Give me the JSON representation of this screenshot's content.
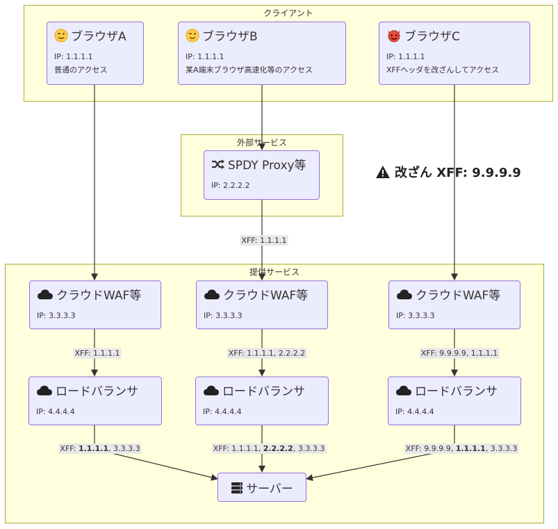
{
  "clusters": {
    "client": "クライアント",
    "external": "外部サービス",
    "provided": "提供サービス"
  },
  "browser_a": {
    "title": "ブラウザA",
    "ip": "IP: 1.1.1.1",
    "desc": "普通のアクセス",
    "icon": "wink-face-icon"
  },
  "browser_b": {
    "title": "ブラウザB",
    "ip": "IP: 1.1.1.1",
    "desc": "某A端末ブラウザ高速化等のアクセス",
    "icon": "wink-face-icon"
  },
  "browser_c": {
    "title": "ブラウザC",
    "ip": "IP: 1.1.1.1",
    "desc": "XFFヘッダを改ざんしてアクセス",
    "icon": "devil-face-icon"
  },
  "proxy": {
    "title": "SPDY Proxy等",
    "ip": "IP: 2.2.2.2",
    "icon": "shuffle-icon"
  },
  "waf": {
    "title": "クラウドWAF等",
    "ip": "IP: 3.3.3.3",
    "icon": "cloud-icon"
  },
  "lb": {
    "title": "ロードバランサ",
    "ip": "IP: 4.4.4.4",
    "icon": "cloud-icon"
  },
  "server": {
    "title": "サーバー",
    "icon": "server-icon"
  },
  "tamper_label": "改ざん XFF: 9.9.9.9",
  "edge_labels": {
    "proxy_to_waf": "XFF: 1.1.1.1",
    "waf1_to_lb1": "XFF: 1.1.1.1",
    "waf2_to_lb2": "XFF: 1.1.1.1, 2.2.2.2",
    "waf3_to_lb3": "XFF: 9.9.9.9, 1,1,1,1",
    "lb1_to_server": {
      "pre": "XFF: ",
      "bold": "1.1.1.1",
      "post": ", 3.3.3.3"
    },
    "lb2_to_server": {
      "pre": "XFF: 1.1.1.1, ",
      "bold": "2.2.2.2",
      "post": ", 3.3.3.3"
    },
    "lb3_to_server": {
      "pre": "XFF: 9.9.9.9, ",
      "bold": "1.1.1.1",
      "post": ", 3.3.3.3"
    }
  }
}
